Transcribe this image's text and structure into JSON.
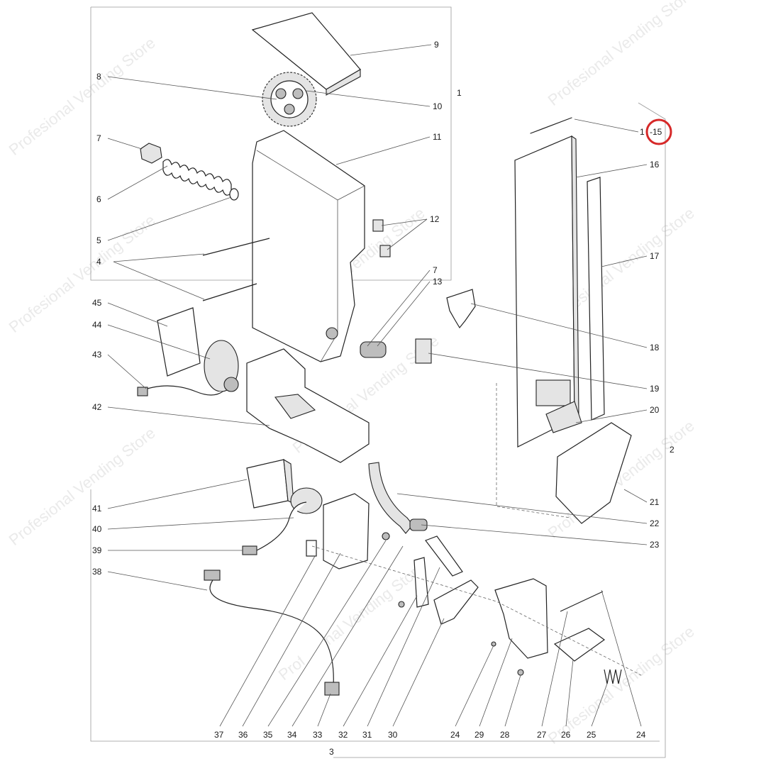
{
  "watermark": "Profesional Vending Store",
  "highlight_color": "#d62828",
  "labels": {
    "l1": "1",
    "l2": "2",
    "l3": "3",
    "l4": "4",
    "l5": "5",
    "l6": "6",
    "l7a": "7",
    "l7b": "7",
    "l8": "8",
    "l9": "9",
    "l10": "10",
    "l11": "11",
    "l12": "12",
    "l13": "13",
    "l1_15": "1",
    "l15": "-15",
    "l16": "16",
    "l17": "17",
    "l18": "18",
    "l19": "19",
    "l20": "20",
    "l21": "21",
    "l22": "22",
    "l23": "23",
    "l24a": "24",
    "l24b": "24",
    "l25": "25",
    "l26": "26",
    "l27": "27",
    "l28": "28",
    "l29": "29",
    "l30": "30",
    "l31": "31",
    "l32": "32",
    "l33": "33",
    "l34": "34",
    "l35": "35",
    "l36": "36",
    "l37": "37",
    "l38": "38",
    "l39": "39",
    "l40": "40",
    "l41": "41",
    "l42": "42",
    "l43": "43",
    "l44": "44",
    "l45": "45"
  }
}
